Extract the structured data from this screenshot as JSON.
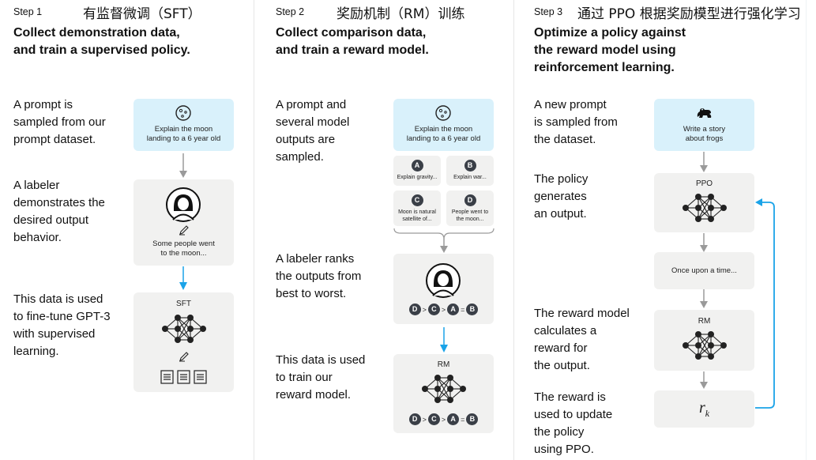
{
  "colors": {
    "blue_card": "#d9f1fb",
    "gray_card": "#f1f1f0",
    "arrow_gray": "#9a9a9a",
    "arrow_blue": "#1aa3e8",
    "badge": "#3a3f47"
  },
  "step1": {
    "step": "Step 1",
    "zh_title": "有监督微调（SFT）",
    "heading_l1": "Collect demonstration data,",
    "heading_l2": "and train a supervised policy.",
    "desc1": [
      "A prompt is",
      "sampled from our",
      "prompt dataset."
    ],
    "desc2": [
      "A labeler",
      "demonstrates the",
      "desired output",
      "behavior."
    ],
    "desc3": [
      "This data is used",
      "to fine-tune GPT-3",
      "with supervised",
      "learning."
    ],
    "prompt_card": [
      "Explain the moon",
      "landing to a 6 year old"
    ],
    "demo_card": [
      "Some people went",
      "to the moon..."
    ],
    "model_label": "SFT",
    "icons": {
      "prompt": "moon-icon",
      "labeler": "person-avatar-icon",
      "pencil": "pencil-icon",
      "docs": "document-icon"
    }
  },
  "step2": {
    "step": "Step 2",
    "zh_title": "奖励机制（RM）训练",
    "heading_l1": "Collect comparison data,",
    "heading_l2": "and train a reward model.",
    "desc1": [
      "A prompt and",
      "several model",
      "outputs are",
      "sampled."
    ],
    "desc2": [
      "A labeler ranks",
      "the outputs from",
      "best to worst."
    ],
    "desc3": [
      "This data is used",
      "to train our",
      "reward model."
    ],
    "prompt_card": [
      "Explain the moon",
      "landing to a 6 year old"
    ],
    "outputs": [
      {
        "letter": "A",
        "text": [
          "Explain gravity..."
        ]
      },
      {
        "letter": "B",
        "text": [
          "Explain war..."
        ]
      },
      {
        "letter": "C",
        "text": [
          "Moon is natural",
          "satellite of..."
        ]
      },
      {
        "letter": "D",
        "text": [
          "People went to",
          "the moon..."
        ]
      }
    ],
    "ranking": [
      "D",
      ">",
      "C",
      ">",
      "A",
      "=",
      "B"
    ],
    "model_label": "RM"
  },
  "step3": {
    "step": "Step 3",
    "zh_title": "通过 PPO 根据奖励模型进行强化学习",
    "heading_l1": "Optimize a policy against",
    "heading_l2": "the reward model using",
    "heading_l3": "reinforcement learning.",
    "desc1": [
      "A new prompt",
      "is sampled from",
      "the dataset."
    ],
    "desc2": [
      "The policy",
      "generates",
      "an output."
    ],
    "desc3": [
      "The reward model",
      "calculates a",
      "reward for",
      "the output."
    ],
    "desc4": [
      "The reward is",
      "used to update",
      "the policy",
      "using PPO."
    ],
    "prompt_card": [
      "Write a story",
      "about frogs"
    ],
    "policy_label": "PPO",
    "output_text": "Once upon a time...",
    "rm_label": "RM",
    "reward_symbol": "r",
    "reward_sub": "k",
    "icons": {
      "prompt": "frog-icon"
    }
  }
}
